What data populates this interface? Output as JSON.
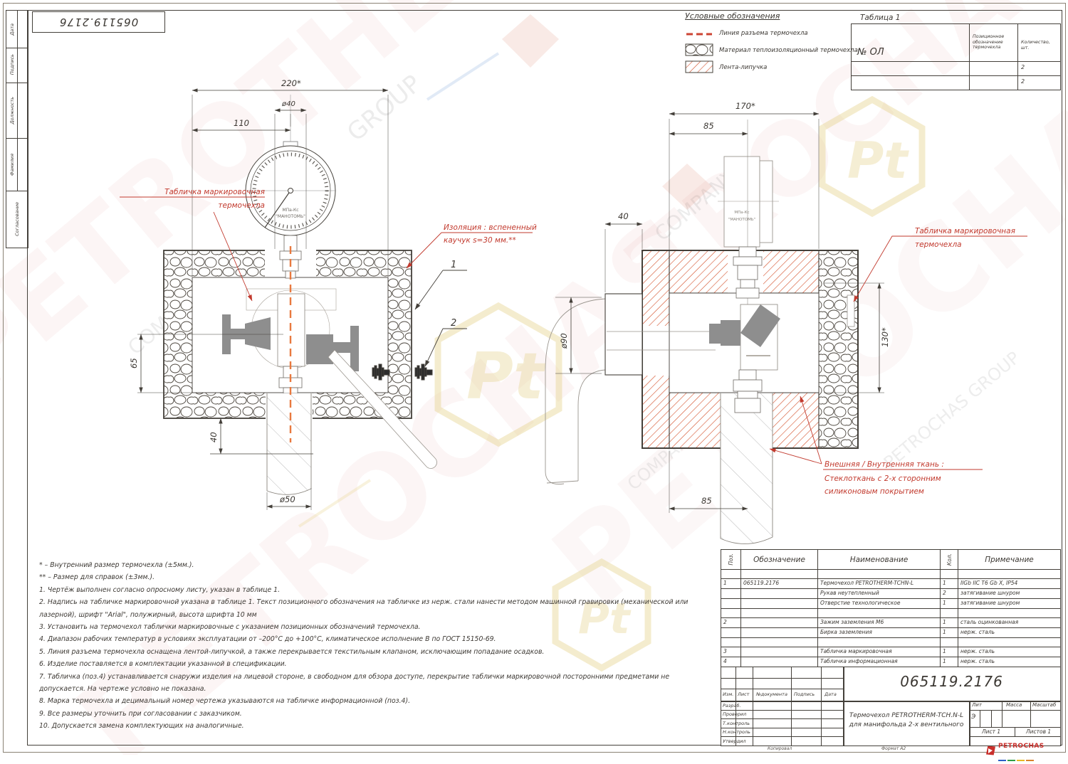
{
  "doc_number": "065119.2176",
  "frame": {
    "copied": "Копировал",
    "format": "Формат А2"
  },
  "left_stamp": [
    "Дата",
    "Подпись",
    "Должность",
    "Фамилия",
    "Согласование"
  ],
  "legend": {
    "title": "Условные обозначения",
    "items": [
      "Линия разъема термочехла",
      "Материал теплоизоляционный термочехла",
      "Лента-липучка"
    ]
  },
  "table1": {
    "title": "Таблица 1",
    "ol": "№ ОЛ",
    "col_pos": "Позиционное обозначение термочехла",
    "col_qty": "Количество, шт.",
    "rows": [
      "2",
      "2"
    ]
  },
  "views": {
    "left": {
      "dim_width": "220*",
      "dim_gauge": "ø40",
      "dim_offset": "110",
      "dim_height": "65",
      "dim_gap": "40",
      "dim_pipe": "ø50",
      "balloon1": "1",
      "balloon2": "2"
    },
    "right": {
      "dim_width": "170*",
      "dim_offset": "85",
      "dim_sleeve": "40",
      "dim_hose": "ø90",
      "dim_height": "130*",
      "dim_bottom": "85"
    },
    "gauge_line1": "МПа-Кс",
    "gauge_line2": "\"МАНОТОМЬ\"",
    "callout_plate_l1": "Табличка маркировочная",
    "callout_plate_l2": "термочехла",
    "callout_insul_l1": "Изоляция : вспененный",
    "callout_insul_l2": "каучук  s=30 мм.**",
    "callout_fabric_l1": "Внешняя / Внутренняя ткань :",
    "callout_fabric_l2": "Стеклоткань с  2-х сторонним",
    "callout_fabric_l3": "силиконовым покрытием"
  },
  "notes": [
    "* – Внутренний размер термочехла (±5мм.).",
    "** – Размер для справок (±3мм.).",
    "1. Чертёж выполнен согласно опросному листу, указан в таблице 1.",
    "2. Надпись на табличке маркировочной указана в таблице 1. Текст позиционного обозначения на табличке из нерж. стали нанести методом машинной гравировки (механической или лазерной), шрифт \"Arial\", полужирный, высота шрифта 10 мм",
    "3. Установить на термочехол таблички маркировочные с указанием позиционных обозначений термочехла.",
    "4. Диапазон рабочих температур в условиях эксплуатации от –200°С до +100°С, климатическое исполнение В по ГОСТ 15150-69.",
    "5. Линия разъема термочехла оснащена лентой-липучкой, а также перекрывается текстильным клапаном, исключающим попадание осадков.",
    "6. Изделие поставляется в комплектации указанной в спецификации.",
    "7. Табличка (поз.4) устанавливается снаружи изделия на лицевой стороне, в свободном для обзора доступе, перекрытие таблички маркировочной посторонними предметами не допускается. На чертеже условно не показана.",
    "8. Марка термочехла и децимальный номер чертежа указываются на табличке информационной (поз.4).",
    "9. Все размеры уточнить при согласовании с заказчиком.",
    "10. Допускается замена комплектующих на аналогичные."
  ],
  "spec": {
    "h_pos": "Поз.",
    "h_des": "Обозначение",
    "h_name": "Наименование",
    "h_qty": "Кол.",
    "h_note": "Примечание",
    "rows": [
      {
        "pos": "",
        "des": "",
        "name": "",
        "qty": "",
        "note": ""
      },
      {
        "pos": "1",
        "des": "065119.2176",
        "name": "Термочехол PETROTHERM-TCHN-L",
        "qty": "1",
        "note": "IIGb IIC T6 Gb X, IP54"
      },
      {
        "pos": "",
        "des": "",
        "name": "Рукав неутепленный",
        "qty": "2",
        "note": "затягивание шнуром"
      },
      {
        "pos": "",
        "des": "",
        "name": "Отверстие технологическое",
        "qty": "1",
        "note": "затягивание шнуром"
      },
      {
        "pos": "",
        "des": "",
        "name": "",
        "qty": "",
        "note": ""
      },
      {
        "pos": "2",
        "des": "",
        "name": "Зажим заземления М6",
        "qty": "1",
        "note": "сталь оцинкованная"
      },
      {
        "pos": "",
        "des": "",
        "name": "Бирка заземления",
        "qty": "1",
        "note": "нерж. сталь"
      },
      {
        "pos": "",
        "des": "",
        "name": "",
        "qty": "",
        "note": ""
      },
      {
        "pos": "3",
        "des": "",
        "name": "Табличка маркировочная",
        "qty": "1",
        "note": "нерж. сталь"
      },
      {
        "pos": "4",
        "des": "",
        "name": "Табличка информационная",
        "qty": "1",
        "note": "нерж. сталь"
      }
    ]
  },
  "title_block": {
    "col_izm": "Изм.",
    "col_list": "Лист",
    "col_doc": "№документа",
    "col_sign": "Подпись",
    "col_date": "Дата",
    "role_1": "Разраб.",
    "role_2": "Проверил",
    "role_3": "Т.контроль",
    "role_4": "Н.контроль",
    "role_5": "Утвердил",
    "doc_number": "065119.2176",
    "title_l1": "Термочехол PETROTHERM-TCH.N-L для",
    "title_l2": "манифольда 2-х вентильного",
    "lit_h": "Лит",
    "mass_h": "Масса",
    "scale_h": "Масштаб",
    "lit": "Э",
    "sheet": "Лист 1",
    "sheets": "Листов 1",
    "logo": "PETROCHAS"
  }
}
